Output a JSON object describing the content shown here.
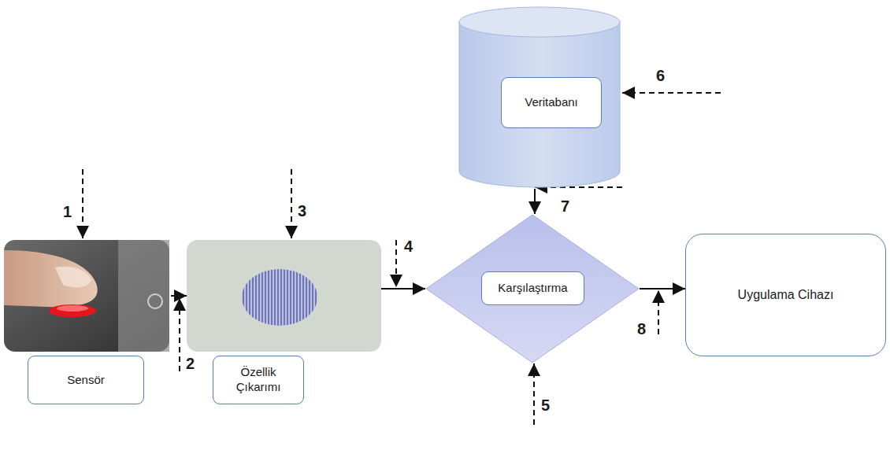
{
  "diagram": {
    "nodes": [
      {
        "text": [
          "Sensör"
        ]
      },
      {
        "text": [
          "Özellik Çıkarımı"
        ]
      },
      {
        "text": [
          "Veritabanı"
        ]
      },
      {
        "text": [
          "Karşılaştırma"
        ]
      },
      {
        "text": [
          "Uygulama Cihazı"
        ]
      }
    ],
    "edges": [
      {
        "from": 0,
        "to": 1,
        "arrow": "to"
      },
      {
        "from": 1,
        "to": 3,
        "arrow": "to"
      },
      {
        "from": 2,
        "to": 3,
        "arrow": "to"
      },
      {
        "from": 3,
        "to": 4,
        "arrow": "to"
      }
    ],
    "labels": [
      "1",
      "2",
      "3",
      "4",
      "5",
      "6",
      "7",
      "8"
    ]
  }
}
